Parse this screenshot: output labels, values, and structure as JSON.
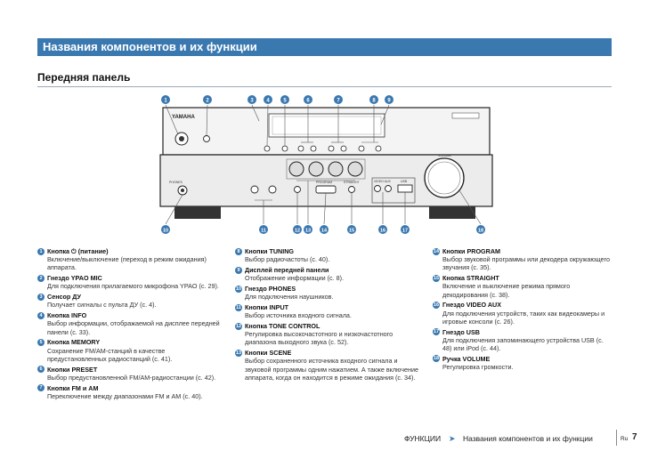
{
  "header": {
    "title": "Названия компонентов и их функции"
  },
  "section": {
    "title": "Передняя панель"
  },
  "panel": {
    "brand": "YAMAHA",
    "tiny_labels": [
      "PHONES",
      "VIDEO AUX",
      "USB",
      "VOLUME",
      "PROGRAM",
      "STRAIGHT"
    ]
  },
  "callouts_top": [
    "1",
    "2",
    "3",
    "4",
    "5",
    "6",
    "7",
    "8",
    "9"
  ],
  "callouts_bottom": [
    "10",
    "11",
    "12",
    "13",
    "14",
    "15",
    "16",
    "17",
    "18"
  ],
  "items": {
    "col1": [
      {
        "num": "1",
        "title": "Кнопка ⏻ (питание)",
        "desc": "Включение/выключение (переход в режим ожидания) аппарата."
      },
      {
        "num": "2",
        "title": "Гнездо YPAO MIC",
        "desc": "Для подключения прилагаемого микрофона YPAO (с. 29)."
      },
      {
        "num": "3",
        "title": "Сенсор ДУ",
        "desc": "Получает сигналы с пульта ДУ (с. 4)."
      },
      {
        "num": "4",
        "title": "Кнопка INFO",
        "desc": "Выбор информации, отображаемой на дисплее передней панели (с. 33)."
      },
      {
        "num": "5",
        "title": "Кнопка MEMORY",
        "desc": "Сохранение FM/AM-станций в качестве предустановленных радиостанций (с. 41)."
      },
      {
        "num": "6",
        "title": "Кнопки PRESET",
        "desc": "Выбор предустановленной FM/AM-радиостанции (с. 42)."
      },
      {
        "num": "7",
        "title": "Кнопки FM и AM",
        "desc": "Переключение между диапазонами FM и AM (с. 40)."
      }
    ],
    "col2": [
      {
        "num": "8",
        "title": "Кнопки TUNING",
        "desc": "Выбор радиочастоты (с. 40)."
      },
      {
        "num": "9",
        "title": "Дисплей передней панели",
        "desc": "Отображение информации (с. 8)."
      },
      {
        "num": "10",
        "title": "Гнездо PHONES",
        "desc": "Для подключения наушников."
      },
      {
        "num": "11",
        "title": "Кнопки INPUT",
        "desc": "Выбор источника входного сигнала."
      },
      {
        "num": "12",
        "title": "Кнопка TONE CONTROL",
        "desc": "Регулировка высокочастотного и низкочастотного диапазона выходного звука (с. 52)."
      },
      {
        "num": "13",
        "title": "Кнопки SCENE",
        "desc": "Выбор сохраненного источника входного сигнала и звуковой программы одним нажатием. А также включение аппарата, когда он находится в режиме ожидания (с. 34)."
      }
    ],
    "col3": [
      {
        "num": "14",
        "title": "Кнопки PROGRAM",
        "desc": "Выбор звуковой программы или декодера окружающего звучания (с. 35)."
      },
      {
        "num": "15",
        "title": "Кнопка STRAIGHT",
        "desc": "Включение и выключение режима прямого декодирования (с. 38)."
      },
      {
        "num": "16",
        "title": "Гнездо VIDEO AUX",
        "desc": "Для подключения устройств, таких как видеокамеры и игровые консоли (с. 26)."
      },
      {
        "num": "17",
        "title": "Гнездо USB",
        "desc": "Для подключения запоминающего устройства USB (с. 48) или iPod (с. 44)."
      },
      {
        "num": "18",
        "title": "Ручка VOLUME",
        "desc": "Регулировка громкости."
      }
    ]
  },
  "footer": {
    "section": "ФУНКЦИИ",
    "arrow": "➤",
    "page_title": "Названия компонентов и их функции",
    "lang": "Ru",
    "page": "7"
  }
}
